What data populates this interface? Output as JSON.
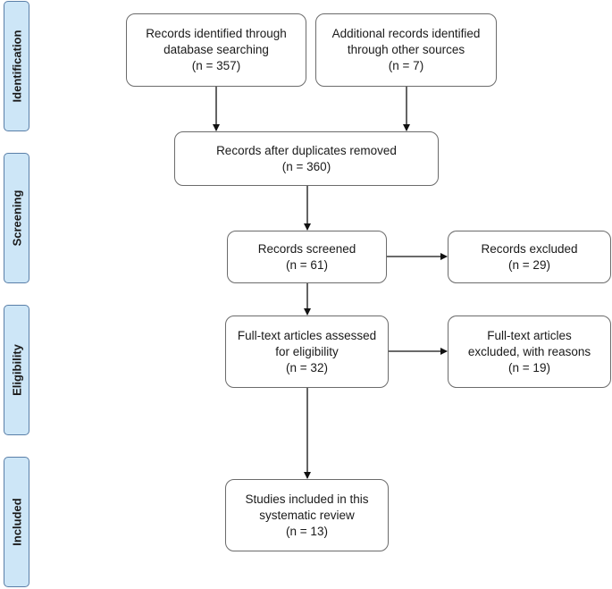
{
  "stages": {
    "identification": "Identification",
    "screening": "Screening",
    "eligibility": "Eligibility",
    "included": "Included"
  },
  "boxes": {
    "database": {
      "line1": "Records identified through",
      "line2": "database searching",
      "count": "(n = 357)"
    },
    "other": {
      "line1": "Additional records identified",
      "line2": "through other sources",
      "count": "(n = 7)"
    },
    "duplicates": {
      "line1": "Records after duplicates removed",
      "count": "(n = 360)"
    },
    "screened": {
      "line1": "Records screened",
      "count": "(n = 61)"
    },
    "excluded": {
      "line1": "Records excluded",
      "count": "(n = 29)"
    },
    "fulltext": {
      "line1": "Full-text articles assessed",
      "line2": "for eligibility",
      "count": "(n = 32)"
    },
    "fulltext_excluded": {
      "line1": "Full-text articles",
      "line2": "excluded, with reasons",
      "count": "(n =  19)"
    },
    "included": {
      "line1": "Studies included in this",
      "line2": "systematic review",
      "count": "(n = 13)"
    }
  },
  "colors": {
    "stage_fill": "#cde6f7",
    "stage_border": "#5a7fa8",
    "box_border": "#6b6b6b",
    "arrow": "#111111"
  }
}
